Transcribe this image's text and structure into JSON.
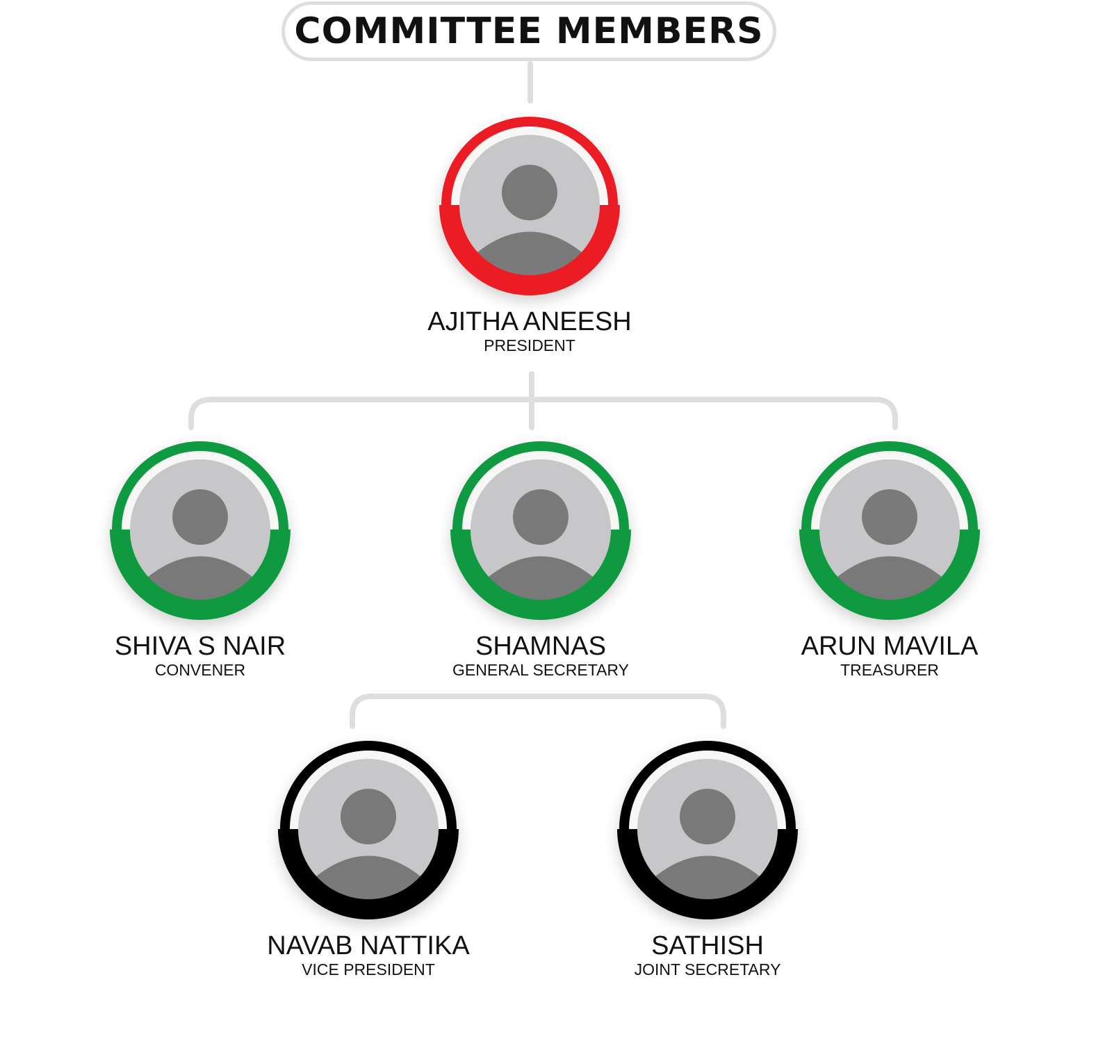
{
  "title": "COMMITTEE MEMBERS",
  "colors": {
    "president": "#ec1c24",
    "officer": "#0f9a41",
    "deputy": "#000000",
    "connector": "#dedede",
    "photo_bg": "#c7c7c9"
  },
  "members": [
    {
      "name": "AJITHA ANEESH",
      "role": "PRESIDENT",
      "ring": "#ec1c24"
    },
    {
      "name": "SHIVA S NAIR",
      "role": "CONVENER",
      "ring": "#0f9a41"
    },
    {
      "name": "SHAMNAS",
      "role": "GENERAL SECRETARY",
      "ring": "#0f9a41"
    },
    {
      "name": "ARUN MAVILA",
      "role": "TREASURER",
      "ring": "#0f9a41"
    },
    {
      "name": "NAVAB NATTIKA",
      "role": "VICE PRESIDENT",
      "ring": "#000000"
    },
    {
      "name": "SATHISH",
      "role": "JOINT SECRETARY",
      "ring": "#000000"
    }
  ]
}
